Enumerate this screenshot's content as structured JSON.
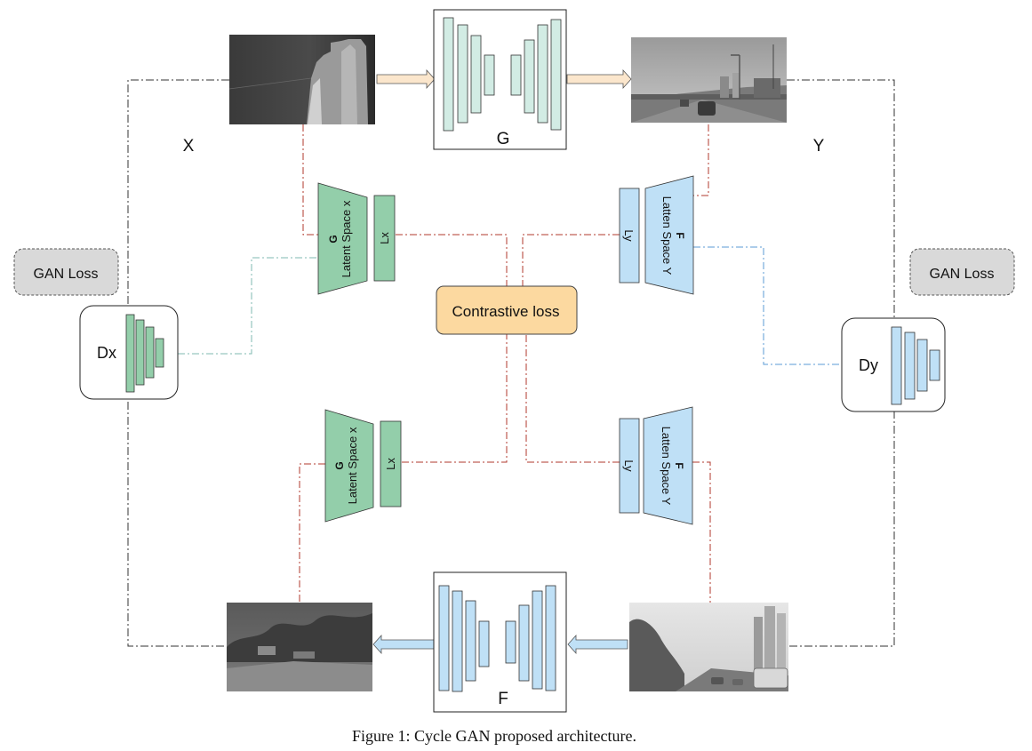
{
  "labels": {
    "x_domain": "X",
    "y_domain": "Y",
    "generator_g": "G",
    "generator_f": "F",
    "dx": "Dx",
    "dy": "Dy",
    "gan_loss_left": "GAN Loss",
    "gan_loss_right": "GAN Loss",
    "contrastive_loss": "Contrastive loss",
    "encoder_g_letter": "G",
    "latent_space_x": "Latent Space x",
    "lx": "Lx",
    "encoder_f_letter": "F",
    "latten_space_y": "Latten Space Y",
    "ly": "Ly"
  },
  "caption": "Figure 1: Cycle GAN proposed architecture.",
  "colors": {
    "teal_fill": "#d2ece4",
    "green_fill": "#93ceaa",
    "blue_fill": "#bfe0f6",
    "orange_fill": "#fcd9a0",
    "gray_box": "#d9d9d9",
    "red_dash": "#b03a2e",
    "blue_dash": "#5b9bd5",
    "teal_dash": "#7fb8b0",
    "black_dash": "#333333"
  },
  "images": {
    "thermal_input": "thermal-image",
    "visible_output": "visible-street-image",
    "visible_input": "visible-street-image-2",
    "thermal_output": "thermal-image-2"
  }
}
